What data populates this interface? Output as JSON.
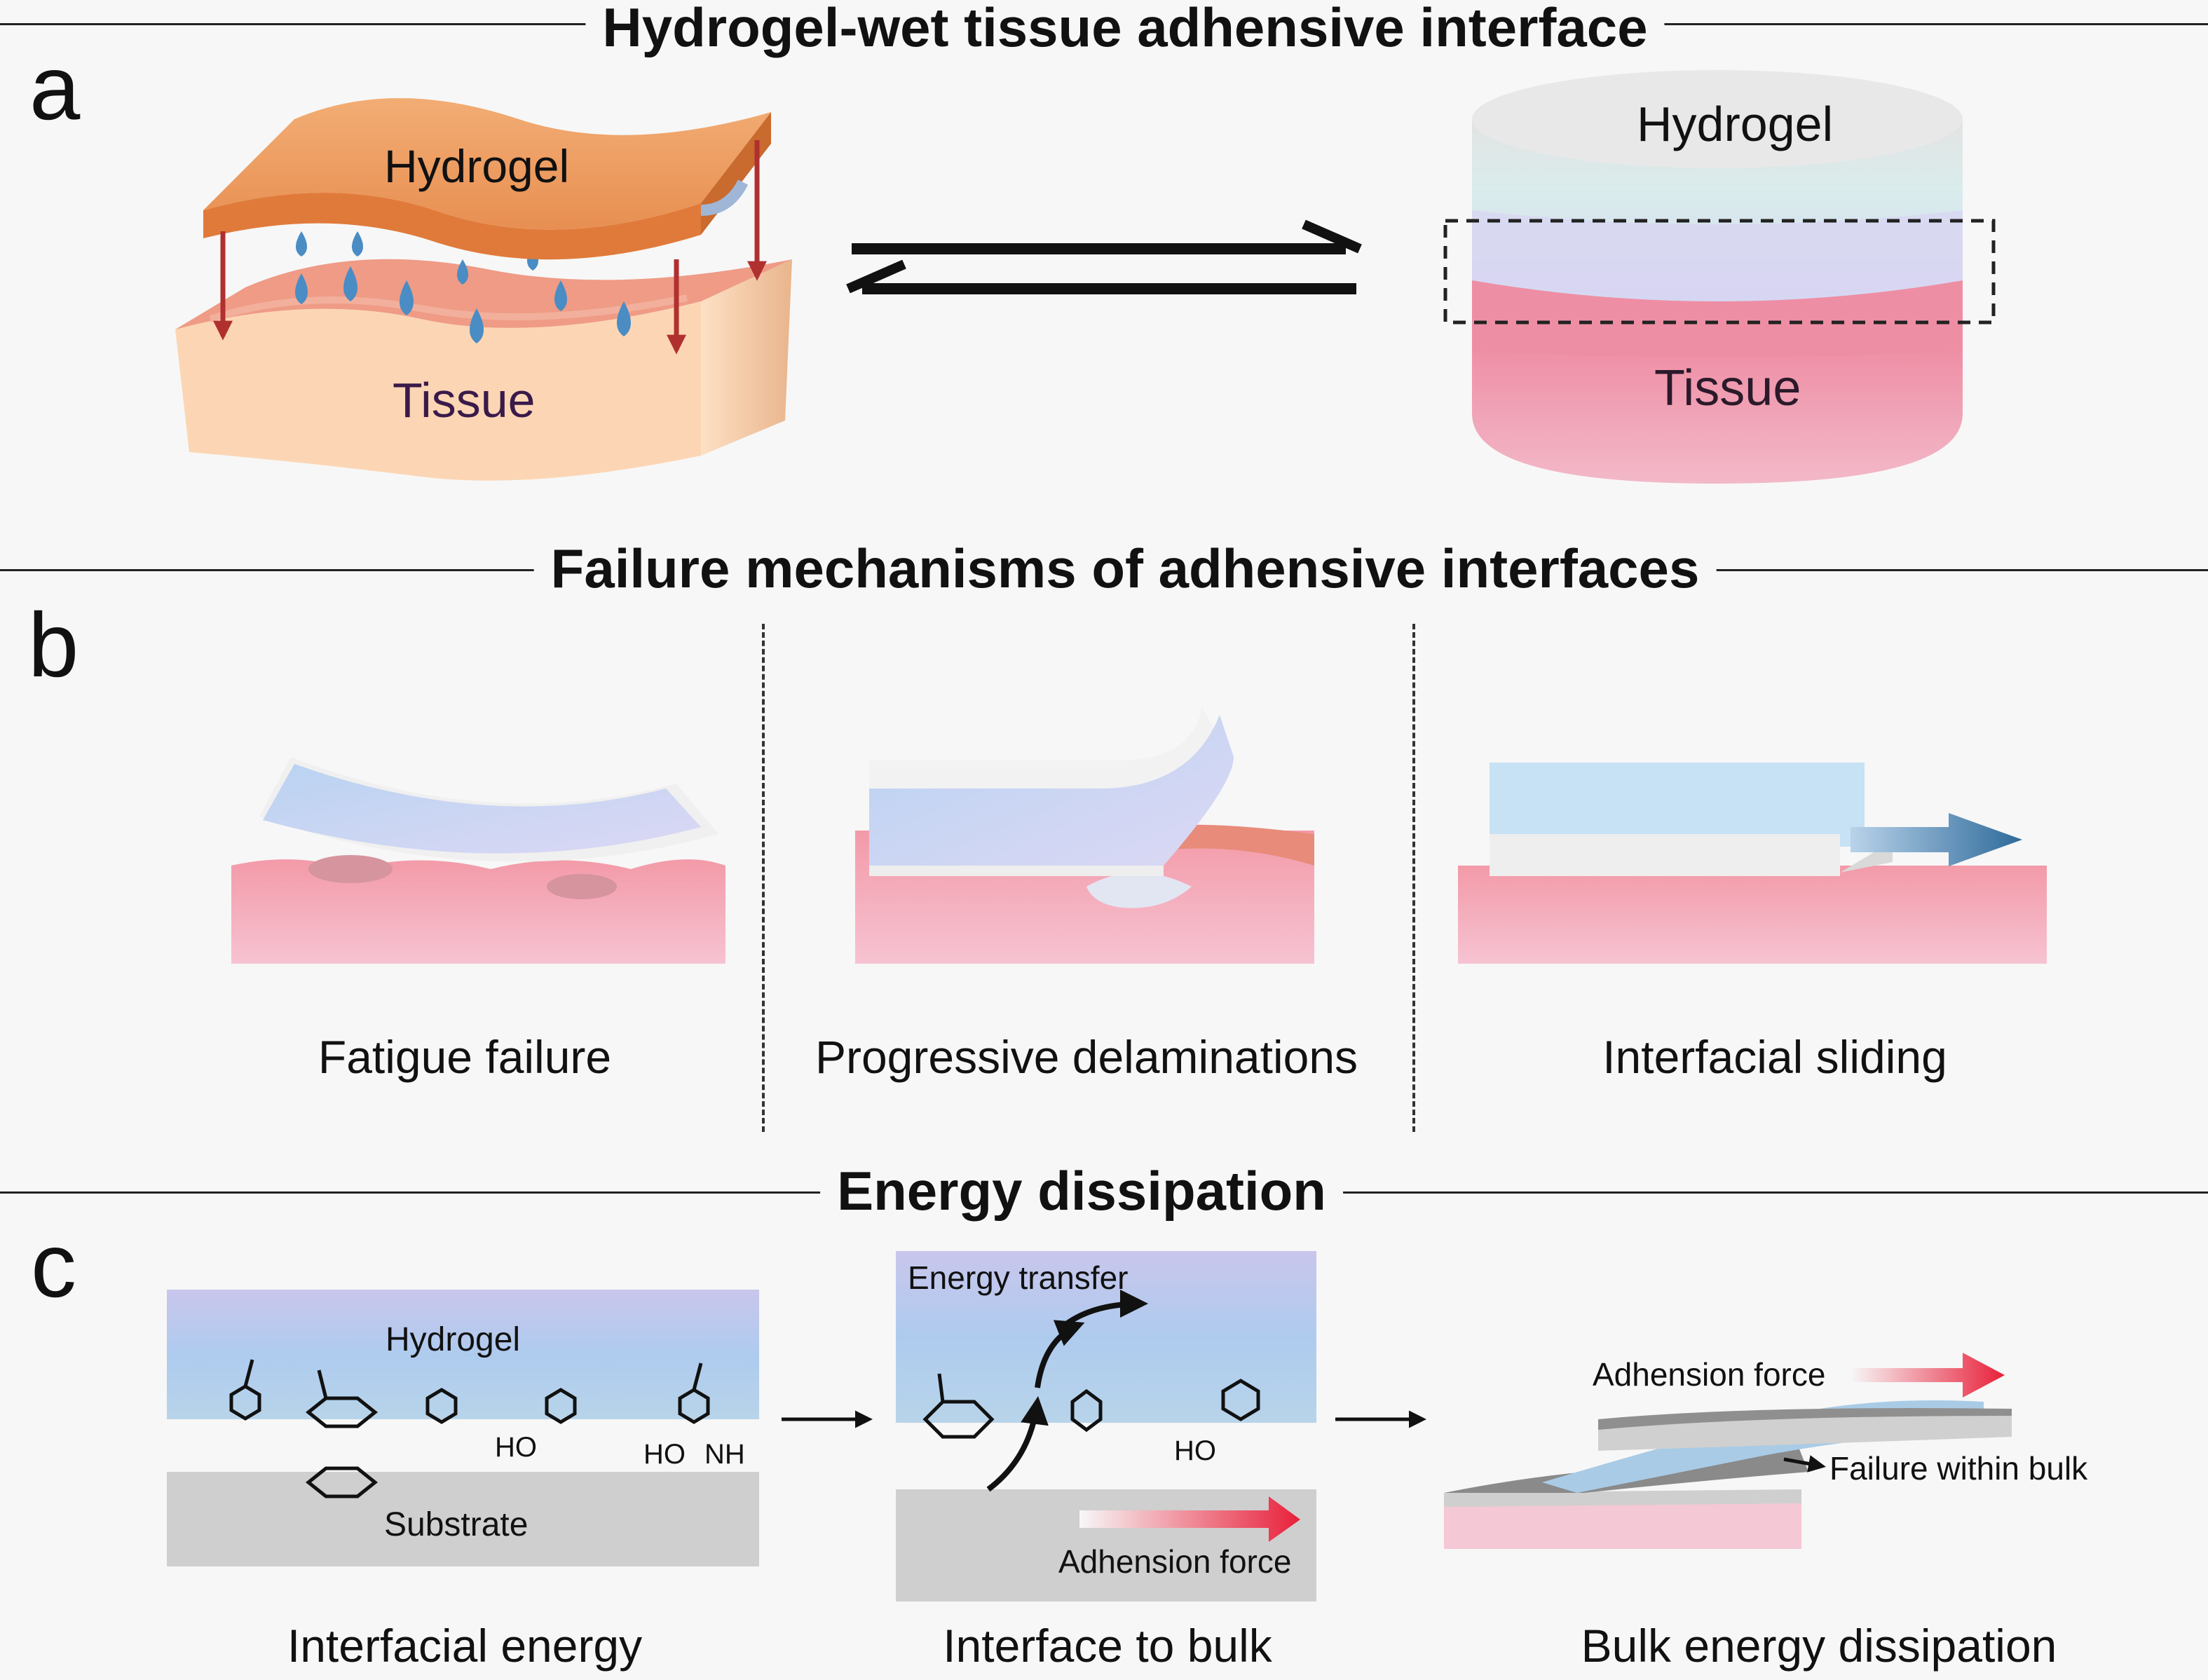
{
  "sections": {
    "a": {
      "letter": "a",
      "title": "Hydrogel-wet tissue adhensive interface",
      "left_hydrogel": "Hydrogel",
      "left_tissue": "Tissue",
      "right_hydrogel": "Hydrogel",
      "right_tissue": "Tissue"
    },
    "b": {
      "letter": "b",
      "title": "Failure mechanisms of adhensive interfaces",
      "captions": [
        "Fatigue failure",
        "Progressive delaminations",
        "Interfacial sliding"
      ]
    },
    "c": {
      "letter": "c",
      "title": "Energy dissipation",
      "captions": [
        "Interfacial energy",
        "Interface to bulk",
        "Bulk energy dissipation"
      ],
      "p1_hydrogel": "Hydrogel",
      "p1_substrate": "Substrate",
      "p1_ho1": "HO",
      "p1_ho2": "HO",
      "p1_nh": "NH",
      "p2_energy_transfer": "Energy transfer",
      "p2_ho": "HO",
      "p2_adhension_force": "Adhension force",
      "p3_adhension_force": "Adhension force",
      "p3_failure": "Failure within bulk"
    }
  },
  "colors": {
    "hydrogel_orange": "#f0a060",
    "tissue_peach": "#fcd6b4",
    "tissue_pink": "#f4b6c6",
    "hydrogel_blue": "#c8dcf2",
    "water_drop": "#4a8cc4",
    "arrow_red": "#b03030",
    "force_red": "#e8203a",
    "substrate_gray": "#cfcfcf"
  }
}
